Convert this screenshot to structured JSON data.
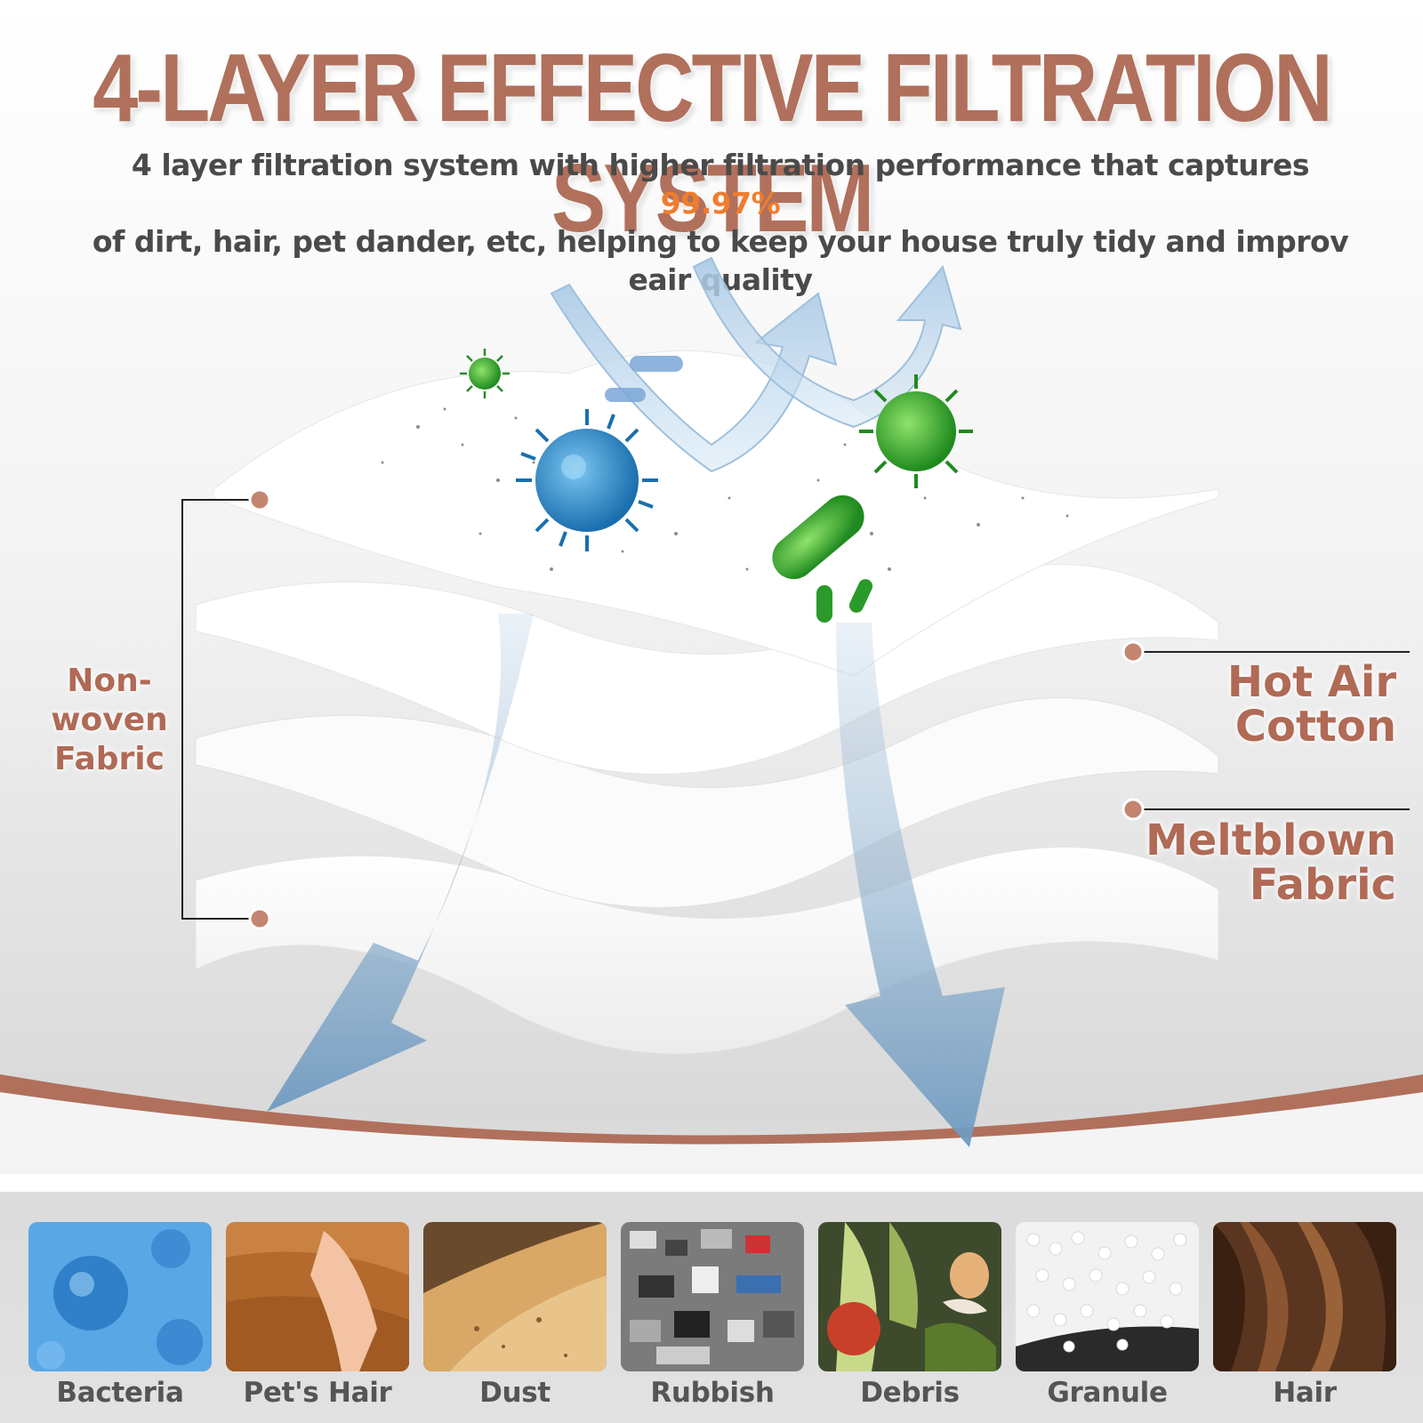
{
  "headline": "4-LAYER EFFECTIVE FILTRATION SYSTEM",
  "subtitle": {
    "line1_before": "4 layer filtration system with higher filtration performance that captures ",
    "line1_highlight": "99.97%",
    "line2": "of dirt, hair, pet dander, etc, helping to keep your house truly tidy and improv",
    "line3": "eair quality"
  },
  "layers": {
    "left_line1": "Non-woven",
    "left_line2": "Fabric",
    "hot_line1": "Hot Air",
    "hot_line2": "Cotton",
    "melt_line1": "Meltblown",
    "melt_line2": "Fabric"
  },
  "categories": [
    {
      "label": "Bacteria"
    },
    {
      "label": "Pet's Hair"
    },
    {
      "label": "Dust"
    },
    {
      "label": "Rubbish"
    },
    {
      "label": "Debris"
    },
    {
      "label": "Granule"
    },
    {
      "label": "Hair"
    }
  ],
  "colors": {
    "brand": "#b0705c",
    "highlight": "#ef7d2e",
    "text": "#4a4a4a",
    "airflow": "#7aa3c6"
  }
}
